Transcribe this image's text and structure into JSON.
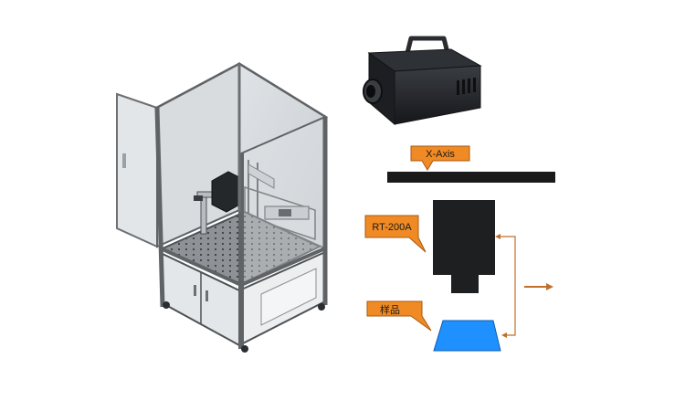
{
  "labels": {
    "x_axis": "X-Axis",
    "rt200a": "RT-200A",
    "sample": "样品"
  },
  "colors": {
    "callout_orange": "#f08a24",
    "arrow_orange": "#c0702a",
    "sample_blue": "#1e90ff",
    "rail_black": "#1a1a1a",
    "frame_gray": "#5f6366"
  },
  "icons": {
    "enclosure": "measurement-enclosure-icon",
    "camera": "imaging-colorimeter-camera-icon"
  }
}
